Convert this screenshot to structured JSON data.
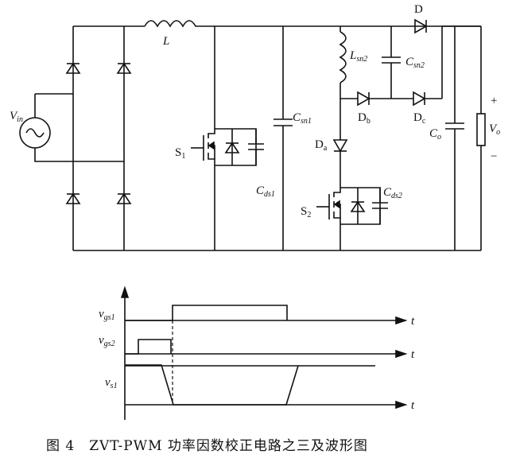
{
  "circuit": {
    "vin": {
      "main": "V",
      "sub": "in"
    },
    "L": {
      "main": "L"
    },
    "Lsn2": {
      "main": "L",
      "sub": "sn2"
    },
    "Csn2": {
      "main": "C",
      "sub": "sn2"
    },
    "Csn1": {
      "main": "C",
      "sub": "sn1"
    },
    "Cds1": {
      "main": "C",
      "sub": "ds1"
    },
    "Cds2": {
      "main": "C",
      "sub": "ds2"
    },
    "Co": {
      "main": "C",
      "sub": "o"
    },
    "Vo": {
      "main": "V",
      "sub": "o"
    },
    "S1": {
      "main": "S",
      "sub": "1"
    },
    "S2": {
      "main": "S",
      "sub": "2"
    },
    "D": {
      "main": "D"
    },
    "Da": {
      "main": "D",
      "sub": "a"
    },
    "Db": {
      "main": "D",
      "sub": "b"
    },
    "Dc": {
      "main": "D",
      "sub": "c"
    },
    "plus": "+",
    "minus": "−"
  },
  "waveforms": {
    "vgs1": {
      "main": "v",
      "sub": "gs1"
    },
    "vgs2": {
      "main": "v",
      "sub": "gs2"
    },
    "vs1": {
      "main": "v",
      "sub": "s1"
    },
    "t": "t"
  },
  "caption": "图 4　ZVT-PWM 功率因数校正电路之三及波形图"
}
